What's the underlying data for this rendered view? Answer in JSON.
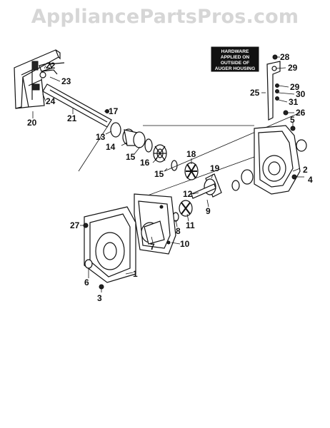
{
  "watermark": "AppliancePartsPros.com",
  "note": {
    "line1": "HARDWARE",
    "line2": "APPLIED ON",
    "line3": "OUTSIDE OF",
    "line4": "AUGER HOUSING"
  },
  "callouts": [
    "1",
    "2",
    "3",
    "4",
    "5",
    "6",
    "7",
    "8",
    "9",
    "10",
    "11",
    "12",
    "13",
    "14",
    "15",
    "15",
    "16",
    "17",
    "18",
    "19",
    "20",
    "21",
    "22",
    "23",
    "24",
    "25",
    "26",
    "27",
    "28",
    "29",
    "29",
    "30",
    "31"
  ]
}
